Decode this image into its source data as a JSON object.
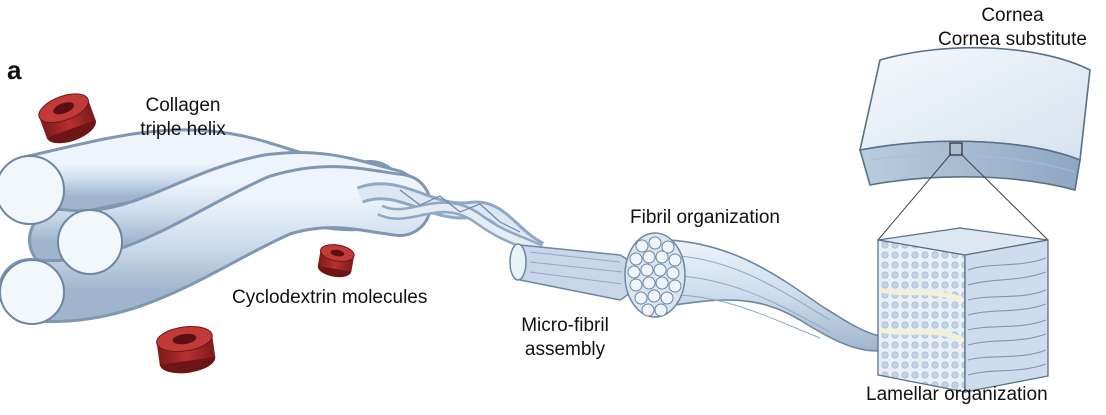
{
  "figure": {
    "panel_label": "a",
    "labels": {
      "collagen_line1": "Collagen",
      "collagen_line2": "triple helix",
      "cyclodextrin": "Cyclodextrin molecules",
      "microfibril_line1": "Micro-fibril",
      "microfibril_line2": "assembly",
      "fibril_org": "Fibril organization",
      "cornea_line1": "Cornea",
      "cornea_line2": "Cornea substitute",
      "lamellar": "Lamellar organization"
    }
  },
  "colors": {
    "fiber": "#cfdff0",
    "fiber_dark": "#8fa9c6",
    "outline": "#5a6f88",
    "cyclodextrin_red": "#a8282a",
    "cyclodextrin_dark": "#6e1517"
  }
}
